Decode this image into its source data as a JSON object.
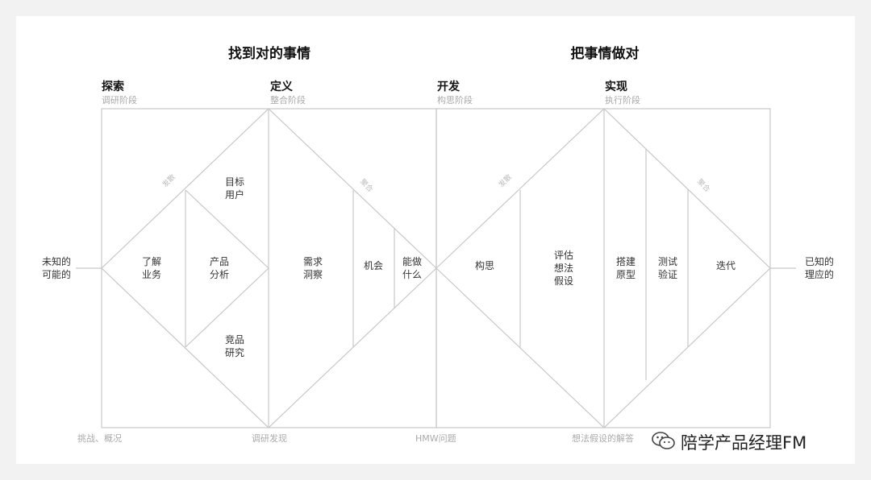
{
  "headers": {
    "left": "找到对的事情",
    "right": "把事情做对"
  },
  "stages": [
    {
      "title": "探索",
      "subtitle": "调研阶段"
    },
    {
      "title": "定义",
      "subtitle": "整合阶段"
    },
    {
      "title": "开发",
      "subtitle": "构思阶段"
    },
    {
      "title": "实现",
      "subtitle": "执行阶段"
    }
  ],
  "diagonal_labels": {
    "diverge_1": "发散",
    "converge_1": "聚合",
    "diverge_2": "发散",
    "converge_2": "聚合"
  },
  "nodes": {
    "understand_business": [
      "了解",
      "业务"
    ],
    "target_users": [
      "目标",
      "用户"
    ],
    "product_analysis": [
      "产品",
      "分析"
    ],
    "competitor_research": [
      "竞品",
      "研究"
    ],
    "needs_insight": [
      "需求",
      "洞察"
    ],
    "opportunity": [
      "机会"
    ],
    "what_to_do": [
      "能做",
      "什么"
    ],
    "ideation": [
      "构思"
    ],
    "evaluate_hypothesis": [
      "评估",
      "想法",
      "假设"
    ],
    "build_prototype": [
      "搭建",
      "原型"
    ],
    "test_validate": [
      "测试",
      "验证"
    ],
    "iterate": [
      "迭代"
    ]
  },
  "endpoints": {
    "start": [
      "未知的",
      "可能的"
    ],
    "end": [
      "已知的",
      "理应的"
    ]
  },
  "footers": {
    "challenge": "挑战、概况",
    "research_findings": "调研发现",
    "hmw": "HMW问题",
    "solution": "想法假设的解答"
  },
  "watermark": {
    "text": "陪学产品经理FM",
    "icon": "wechat-icon"
  },
  "colors": {
    "background": "#f2f2f2",
    "canvas": "#ffffff",
    "line": "#c8c8c8",
    "text": "#333333",
    "muted": "#aaaaaa"
  }
}
